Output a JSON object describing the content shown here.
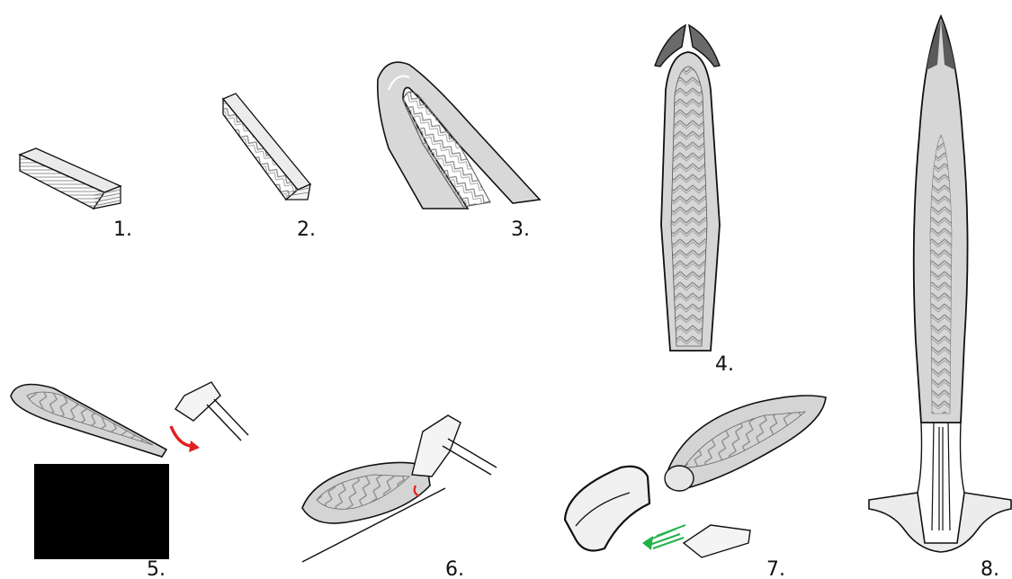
{
  "steps": [
    {
      "label": "1."
    },
    {
      "label": "2."
    },
    {
      "label": "3."
    },
    {
      "label": "4."
    },
    {
      "label": "5."
    },
    {
      "label": "6."
    },
    {
      "label": "7."
    },
    {
      "label": "8."
    }
  ],
  "colors": {
    "outline": "#111111",
    "blade_fill": "#d6d6d6",
    "pattern": "#8a8a8a",
    "edge_dark": "#5a5a5a",
    "anvil": "#000000",
    "arrow_red": "#e02020",
    "arrow_green": "#22b24c"
  }
}
